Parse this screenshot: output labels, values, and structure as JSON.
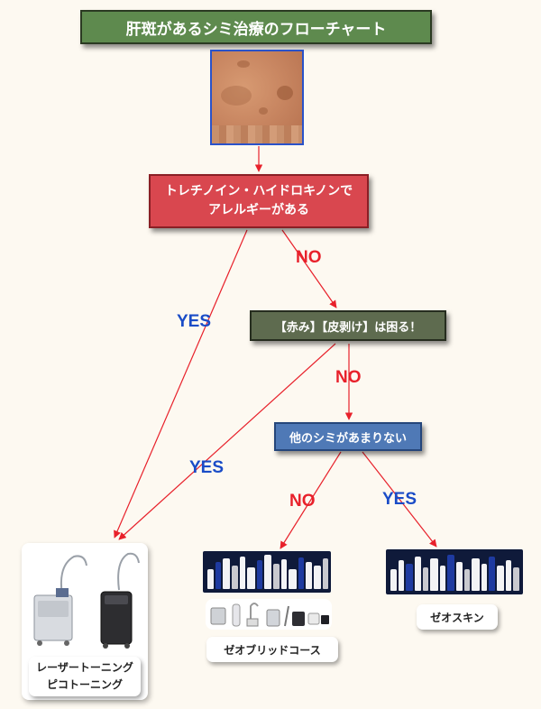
{
  "title": "肝斑があるシミ治療のフローチャート",
  "questions": {
    "q1_line1": "トレチノイン・ハイドロキノンで",
    "q1_line2": "アレルギーがある",
    "q2": "【赤み】【皮剥け】は困る！",
    "q3": "他のシミがあまりない"
  },
  "edge_labels": {
    "q1_no": "NO",
    "q1_yes": "YES",
    "q2_no": "NO",
    "q2_yes": "YES",
    "q3_no": "NO",
    "q3_yes": "YES"
  },
  "outcomes": {
    "laser_line1": "レーザートーニング",
    "laser_line2": "ピコトーニング",
    "hybrid": "ゼオブリッドコース",
    "zo_skin": "ゼオスキン"
  },
  "colors": {
    "title_box": "#5e8a4e",
    "q1_box": "#d9474f",
    "q2_box": "#5e6b4f",
    "q3_box": "#4f79b6",
    "arrow": "#e8212b",
    "yes": "#1a4cc7",
    "no": "#e8212b",
    "background": "#fdf9f1"
  }
}
